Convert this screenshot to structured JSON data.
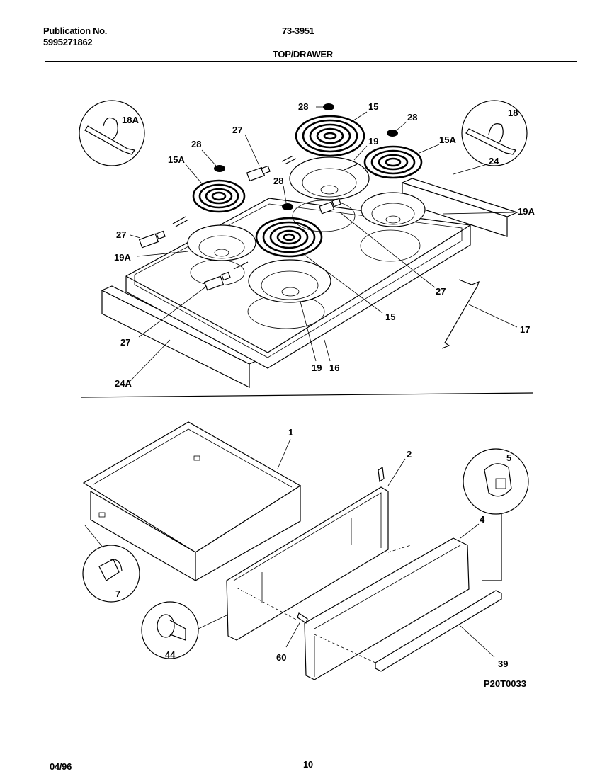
{
  "header": {
    "publication_label": "Publication No.",
    "publication_number": "5995271862",
    "model": "73-3951",
    "section_title": "TOP/DRAWER"
  },
  "footer": {
    "date": "04/96",
    "page": "10"
  },
  "diagram_code": "P20T0033",
  "callouts": {
    "c28a": "28",
    "c15a": "15",
    "c28b": "28",
    "c18": "18",
    "c18a": "18A",
    "c27a": "27",
    "c28c": "28",
    "c15Aa": "15A",
    "c19a": "19",
    "c15Ab": "15A",
    "c24": "24",
    "c28d": "28",
    "c19Aa": "19A",
    "c27b": "27",
    "c19Ab": "19A",
    "c27c": "27",
    "c15b": "15",
    "c17": "17",
    "c27d": "27",
    "c24A": "24A",
    "c19b": "19",
    "c16": "16",
    "c1": "1",
    "c2": "2",
    "c5": "5",
    "c4": "4",
    "c7": "7",
    "c44": "44",
    "c60": "60",
    "c39": "39"
  }
}
